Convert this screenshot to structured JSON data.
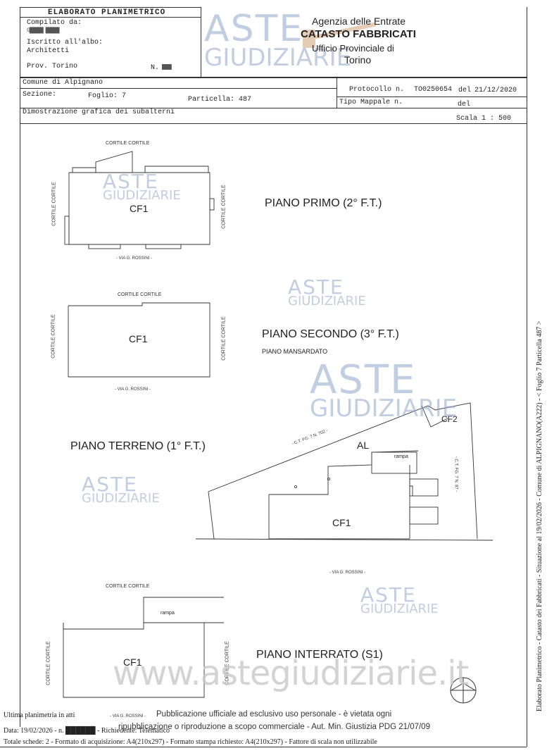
{
  "header": {
    "elaborato_title": "ELABORATO PLANIMETRICO",
    "compilato_label": "Compilato da:",
    "compilato_value": "G█████ █████",
    "iscritto_label": "Iscritto all'albo:",
    "iscritto_value": "Architetti",
    "prov_label": "Prov. Torino",
    "n_label": "N.",
    "n_value": "████",
    "agency_line1": "Agenzia delle Entrate",
    "agency_line2": "CATASTO FABBRICATI",
    "agency_line3": "Ufficio Provinciale di",
    "agency_line4": "Torino"
  },
  "info": {
    "comune": "Comune di Alpignano",
    "sezione_label": "Sezione:",
    "foglio": "Foglio: 7",
    "particella": "Particella: 487",
    "protocollo_label": "Protocollo n.",
    "protocollo_value": "TO0250654",
    "del_label": "del",
    "del_value": "21/12/2020",
    "tipo_label": "Tipo Mappale n.",
    "tipo_del": "del",
    "dimostrazione": "Dimostrazione grafica dei subalterni",
    "scala": "Scala 1 : 500"
  },
  "floors": {
    "primo": "PIANO PRIMO (2° F.T.)",
    "secondo": "PIANO SECONDO (3° F.T.)",
    "secondo_sub": "PIANO MANSARDATO",
    "terreno": "PIANO TERRENO (1° F.T.)",
    "interrato": "PIANO INTERRATO (S1)"
  },
  "plan_labels": {
    "cortile_top": "CORTILE CORTILE",
    "cortile_side": "CORTILE CORTILE",
    "via": "- VIA G. ROSSINI -",
    "cf1": "CF1",
    "cf2": "CF2",
    "al": "AL",
    "rampa": "rampa",
    "ct_702": "- C.T. FG. 7 N. 702 -",
    "ct_87": "- C.T. FG. 7 N. 87 -"
  },
  "watermark": {
    "aste": "ASTE",
    "giudiziarie": "GIUDIZIARIE",
    "url": "www.astegiudiziarie.it",
    "notice_line1": "Pubblicazione ufficiale ad esclusivo uso personale - è vietata ogni",
    "notice_line2": "ripubblicazione o riproduzione a scopo commerciale - Aut. Min. Giustizia PDG 21/07/09"
  },
  "footer": {
    "ultima": "Ultima planimetria in atti",
    "data_line": "Data: 19/02/2026 - n. ██████ - Richiedente: Telematico",
    "totale_line": "Totale schede: 2 - Formato di acquisizione: A4(210x297) - Formato stampa richiesto: A4(210x297) - Fattore di scala non utilizzabile",
    "vertical": "Elaborato Planimetrico - Catasto dei Fabbricati - Situazione al 19/02/2026 - Comune di ALPIGNANO(A222) - < Foglio 7 Particella 487 >"
  }
}
